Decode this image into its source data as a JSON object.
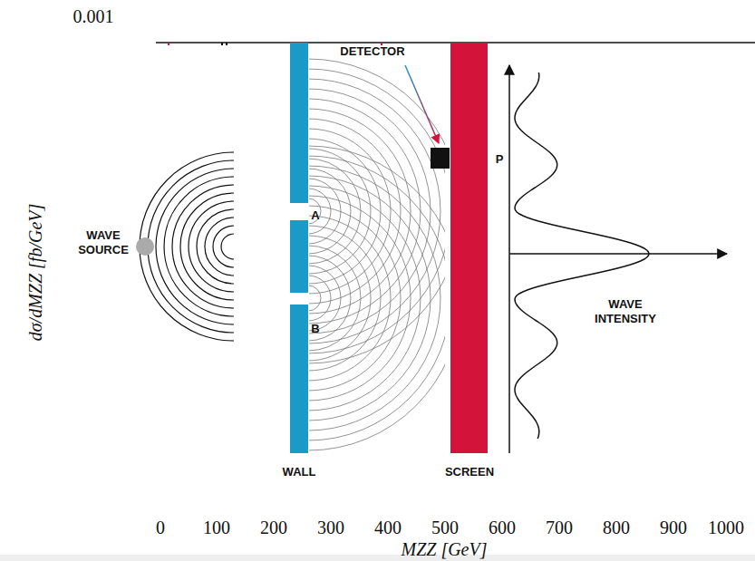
{
  "diagram": {
    "labels": [
      "0.001",
      "dσ/dMZZ [fb/GeV]",
      "0",
      "100",
      "200",
      "300",
      "400",
      "500",
      "600",
      "700",
      "800",
      "900",
      "1000",
      "MZZ [GeV]",
      "DETECTOR",
      "WAVE SOURCE",
      "A",
      "B",
      "P",
      "WALL",
      "SCREEN",
      "WAVE INTENSITY"
    ]
  }
}
